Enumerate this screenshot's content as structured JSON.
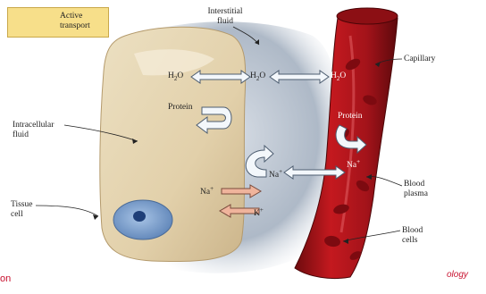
{
  "legend": {
    "label_line1": "Active",
    "label_line2": "transport"
  },
  "labels": {
    "interstitial_line1": "Interstitial",
    "interstitial_line2": "fluid",
    "capillary": "Capillary",
    "intracellular_line1": "Intracellular",
    "intracellular_line2": "fluid",
    "tissue_line1": "Tissue",
    "tissue_line2": "cell",
    "blood_plasma_line1": "Blood",
    "blood_plasma_line2": "plasma",
    "blood_cells_line1": "Blood",
    "blood_cells_line2": "cells",
    "h2o_cell": "H",
    "h2o_mid": "H",
    "h2o_cap": "H",
    "protein_cell": "Protein",
    "protein_cap": "Protein",
    "na_mid": "Na",
    "na_cap": "Na",
    "na_active": "Na",
    "k_active": "K"
  },
  "footer": {
    "left_fragment": "on",
    "right_fragment": "ology"
  },
  "colors": {
    "legend_bg": "#f7df8a",
    "cell_fill": "#e8d9b8",
    "interstitial": "#b9c3d0",
    "capillary": "#b8151b",
    "arrow_fill": "#f3f7fb",
    "active_arrow": "#f0b49c",
    "footer": "#c8102e"
  }
}
